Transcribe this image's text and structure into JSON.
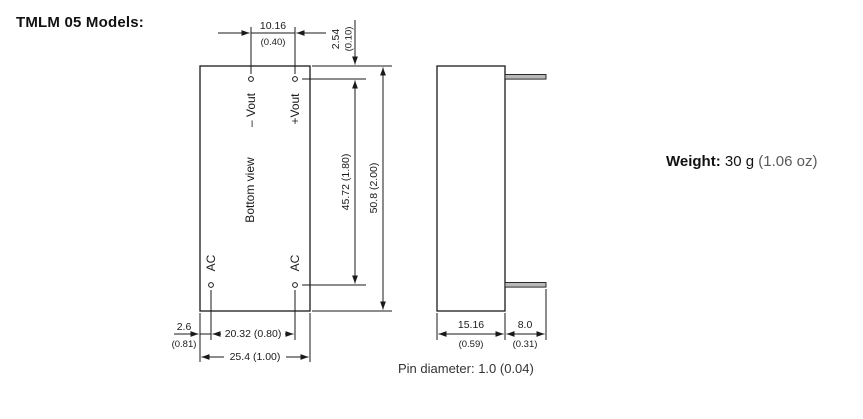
{
  "title": "TMLM 05 Models:",
  "weight": {
    "label": "Weight:",
    "value": "30 g",
    "imperial": "(1.06 oz)"
  },
  "notes": {
    "pin_diameter": "Pin diameter: 1.0 (0.04)"
  },
  "front": {
    "view_label": "Bottom view",
    "pins": {
      "neg": "– Vout",
      "pos": "+Vout",
      "ac_left": "AC",
      "ac_right": "AC"
    },
    "dims": {
      "top_pitch_mm": "10.16",
      "top_pitch_in": "(0.40)",
      "inset_mm": "2.54",
      "inset_in": "(0.10)",
      "pin_span": "45.72 (1.80)",
      "height": "50.8 (2.00)",
      "edge_mm": "2.6",
      "edge_in": "(0.81)",
      "bottom_pitch": "20.32 (0.80)",
      "width": "25.4 (1.00)"
    }
  },
  "side": {
    "dims": {
      "depth_mm": "15.16",
      "depth_in": "(0.59)",
      "pin_len_mm": "8.0",
      "pin_len_in": "(0.31)"
    }
  },
  "colors": {
    "ink": "#1a1a1a",
    "pin_fill": "#b9b9b9"
  }
}
